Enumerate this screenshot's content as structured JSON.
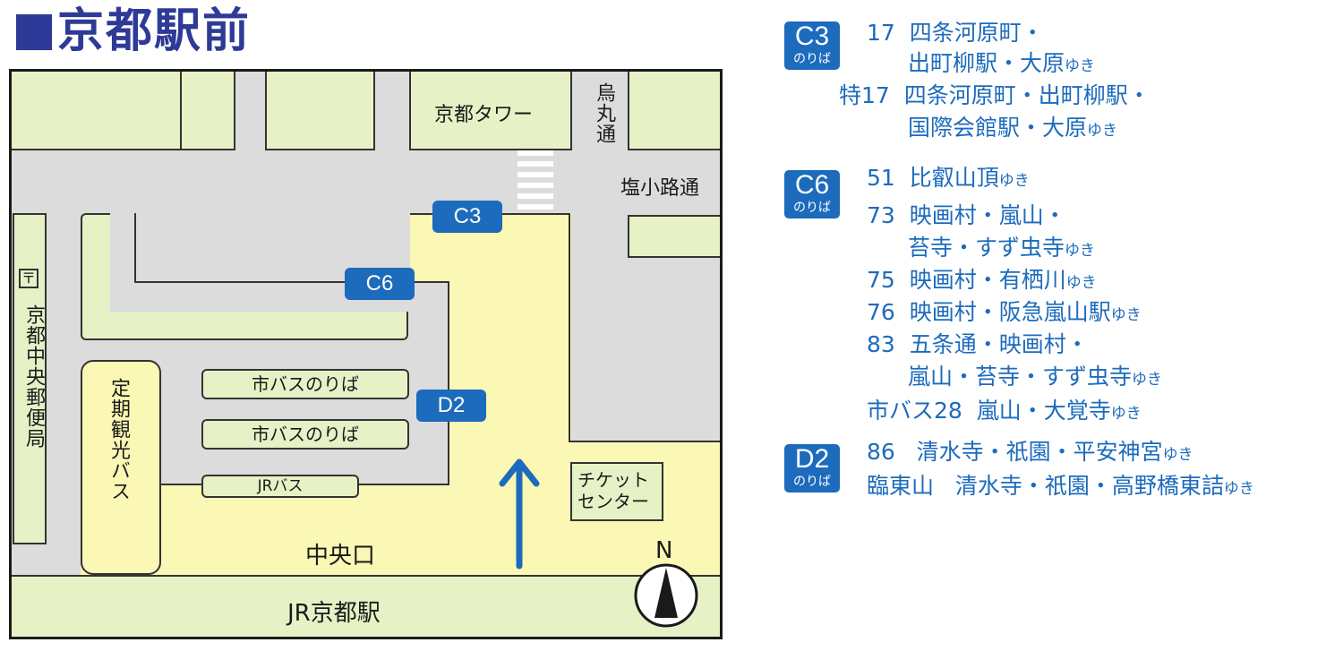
{
  "title": "京都駅前",
  "map": {
    "labels": {
      "kyoto_tower": "京都タワー",
      "karasuma": "烏丸通",
      "shiokoji": "塩小路通",
      "post_office": "京都中央郵便局",
      "teiki": "定期観光バス",
      "city_bus_1": "市バスのりば",
      "city_bus_2": "市バスのりば",
      "jr_bus": "JRバス",
      "ticket": "チケットセンター",
      "chuoguchi": "中央口",
      "jr_station": "JR京都駅",
      "north": "N"
    },
    "stops": {
      "c3": "C3",
      "c6": "C6",
      "d2": "D2"
    }
  },
  "legend": {
    "noriba": "のりば",
    "yuki": "ゆき",
    "c3": {
      "code": "C3",
      "routes": [
        {
          "num": "17",
          "line1": "四条河原町・",
          "line2": "出町柳駅・大原"
        },
        {
          "num": "特17",
          "line1": "四条河原町・出町柳駅・",
          "line2": "国際会館駅・大原"
        }
      ]
    },
    "c6": {
      "code": "C6",
      "routes": [
        {
          "num": "51",
          "line1": "比叡山頂"
        },
        {
          "num": "73",
          "line1": "映画村・嵐山・",
          "line2": "苔寺・すず虫寺"
        },
        {
          "num": "75",
          "line1": "映画村・有栖川"
        },
        {
          "num": "76",
          "line1": "映画村・阪急嵐山駅"
        },
        {
          "num": "83",
          "line1": "五条通・映画村・",
          "line2": "嵐山・苔寺・すず虫寺"
        },
        {
          "num": "市バス28",
          "line1": "嵐山・大覚寺"
        }
      ]
    },
    "d2": {
      "code": "D2",
      "routes": [
        {
          "num": "86",
          "line1": "清水寺・祇園・平安神宮"
        },
        {
          "num": "臨東山",
          "line1": "清水寺・祇園・高野橋東詰"
        }
      ]
    }
  }
}
